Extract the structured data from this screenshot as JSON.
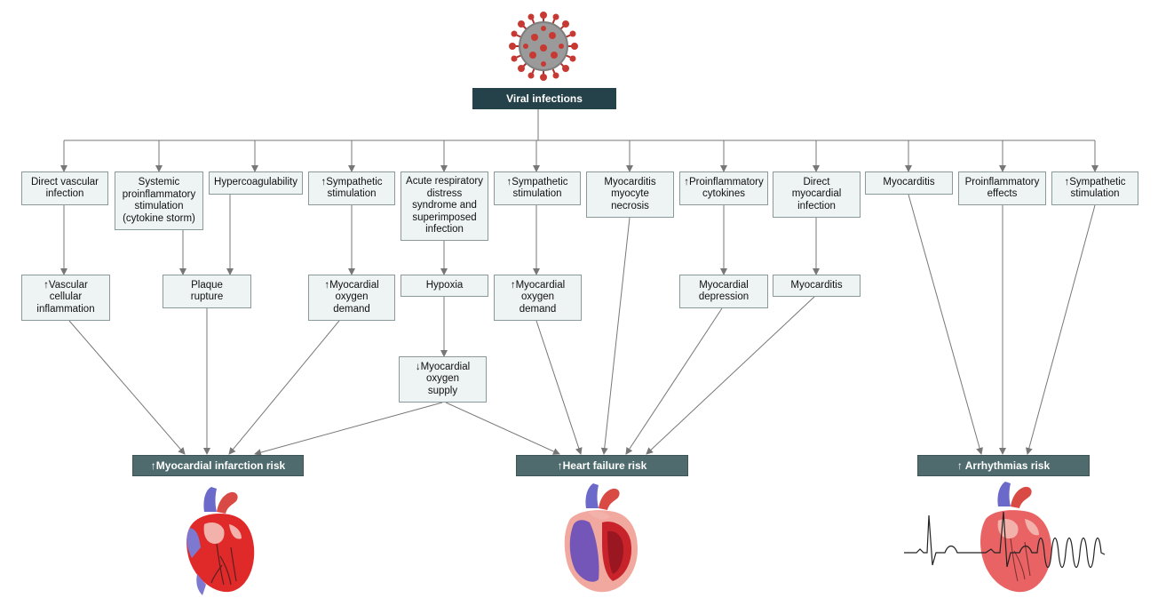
{
  "header": {
    "icon": "virus-icon",
    "title": "Viral infections"
  },
  "level1": [
    "Direct vascular\ninfection",
    "Systemic\nproinflammatory\nstimulation\n(cytokine storm)",
    "Hypercoagulability",
    "↑Sympathetic\nstimulation",
    "Acute respiratory\ndistress\nsyndrome and\nsuperimposed\ninfection",
    "↑Sympathetic\nstimulation",
    "Myocarditis\nmyocyte\nnecrosis",
    "↑Proinflammatory\ncytokines",
    "Direct\nmyocardial\ninfection",
    "Myocarditis",
    "Proinflammatory\neffects",
    "↑Sympathetic\nstimulation"
  ],
  "level2": [
    "↑Vascular\ncellular\ninflammation",
    "Plaque\nrupture",
    "↑Myocardial\noxygen\ndemand",
    "Hypoxia",
    "↑Myocardial\noxygen\ndemand",
    "Myocardial\ndepression",
    "Myocarditis"
  ],
  "level3": [
    "↓Myocardial\noxygen\nsupply"
  ],
  "outcomes": [
    {
      "label": "↑Myocardial infarction risk",
      "icon": "heart-icon"
    },
    {
      "label": "↑Heart failure risk",
      "icon": "enlarged-heart-icon"
    },
    {
      "label": "↑ Arrhythmias risk",
      "icon": "heart-ecg-icon"
    }
  ],
  "colors": {
    "header_bg": "#25424a",
    "risk_bg": "#4f6b6e",
    "box_bg": "#eef3f3",
    "arrow": "#777777"
  }
}
